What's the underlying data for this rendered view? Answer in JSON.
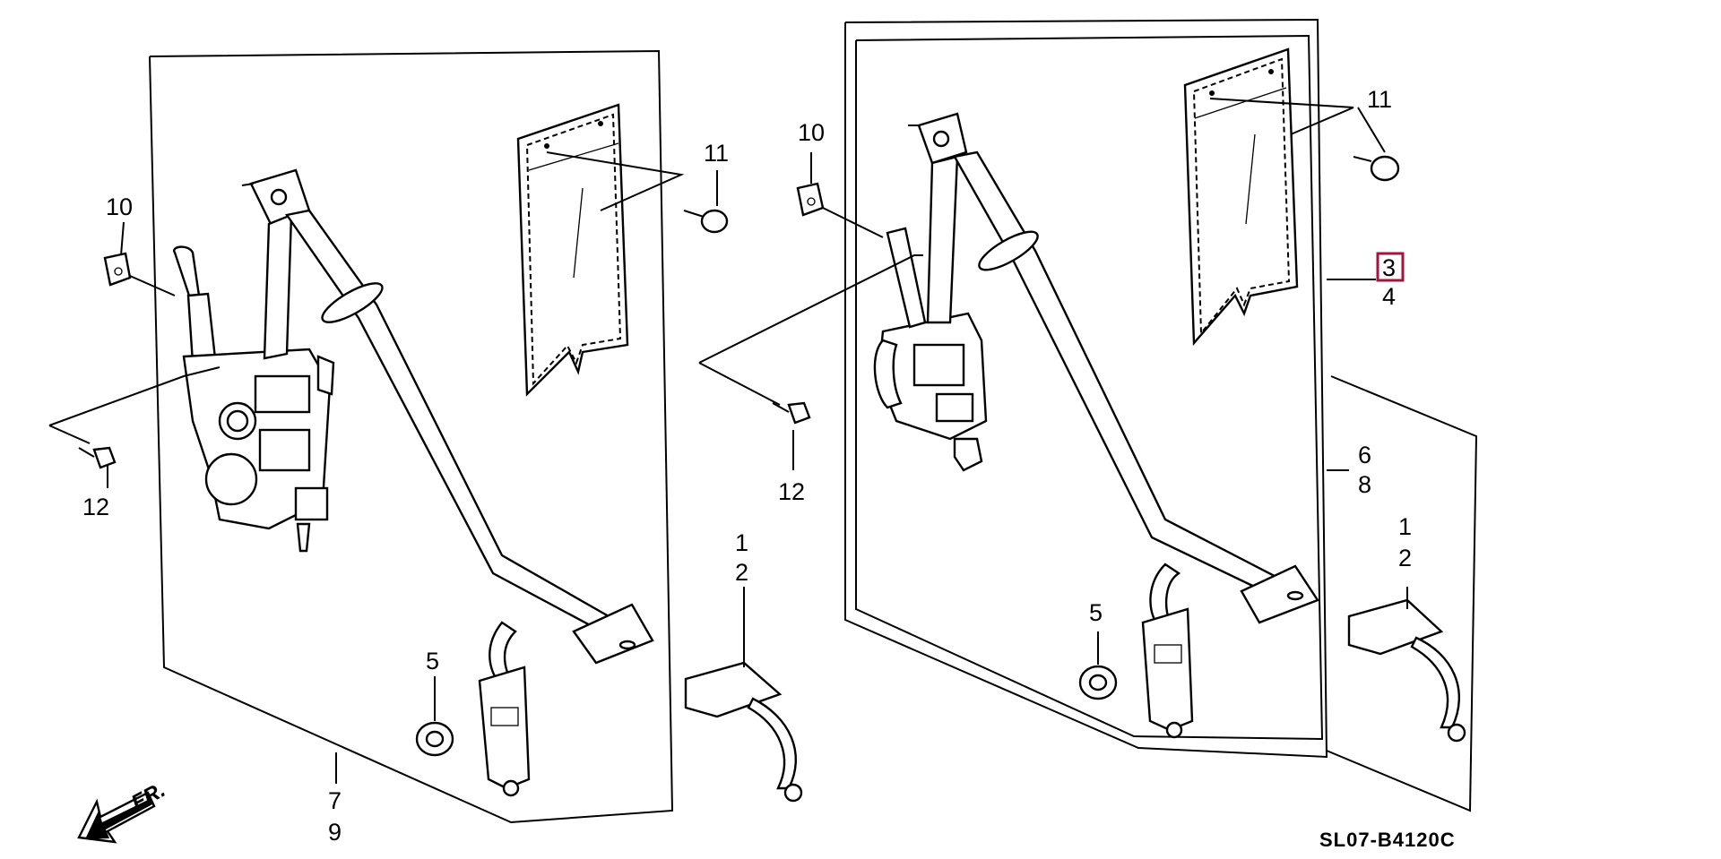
{
  "diagram": {
    "code": "SL07-B4120C",
    "direction_label": "FR.",
    "highlight_color": "#a8123c",
    "callouts": {
      "left_assembly": [
        "7",
        "9"
      ],
      "right_assembly_upper": [
        "3",
        "4"
      ],
      "right_assembly_lower": [
        "6",
        "8"
      ],
      "buckle_left": [
        "1",
        "2"
      ],
      "buckle_right": [
        "1",
        "2"
      ],
      "washer_left": "5",
      "washer_right": "5",
      "clip_left": "10",
      "clip_right": "10",
      "bolt_left": "12",
      "bolt_right": "12",
      "cover_clip_left": "11",
      "cover_clip_right": "11"
    },
    "highlighted_callout": "3"
  }
}
